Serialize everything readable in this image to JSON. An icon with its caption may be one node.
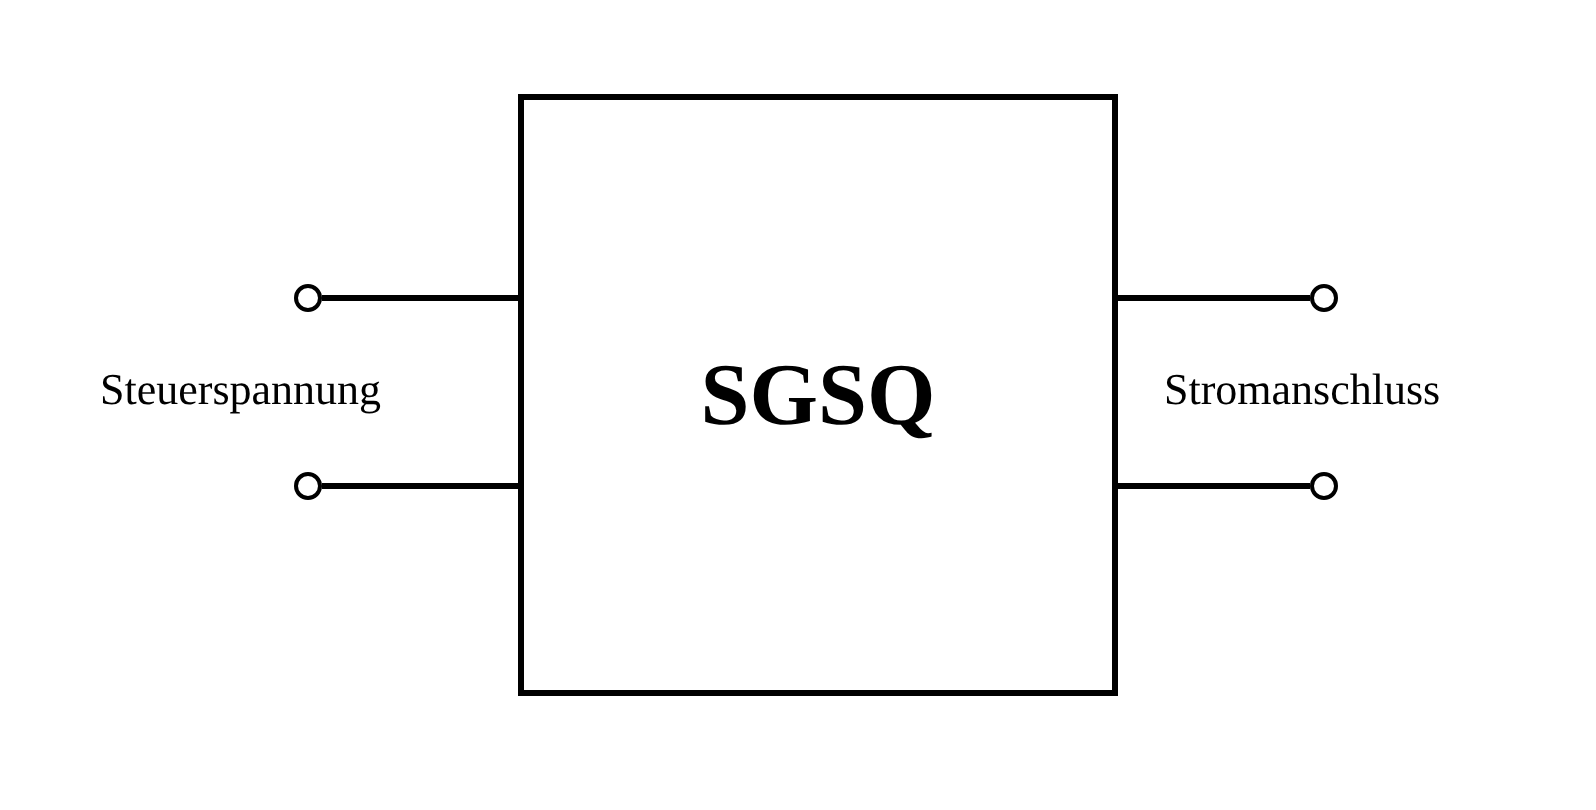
{
  "diagram": {
    "nodes": [
      {
        "text": [
          "SGSQ"
        ]
      },
      {
        "text": [],
        "shape": "circle"
      },
      {
        "text": [],
        "shape": "circle"
      },
      {
        "text": [],
        "shape": "circle"
      },
      {
        "text": [],
        "shape": "circle"
      }
    ],
    "edges": [
      {
        "from": 1,
        "to": 0,
        "arrow": "none"
      },
      {
        "from": 2,
        "to": 0,
        "arrow": "none"
      },
      {
        "from": 0,
        "to": 3,
        "arrow": "none"
      },
      {
        "from": 0,
        "to": 4,
        "arrow": "none"
      }
    ],
    "labels": [
      "Steuerspannung",
      "Stromanschluss"
    ]
  }
}
